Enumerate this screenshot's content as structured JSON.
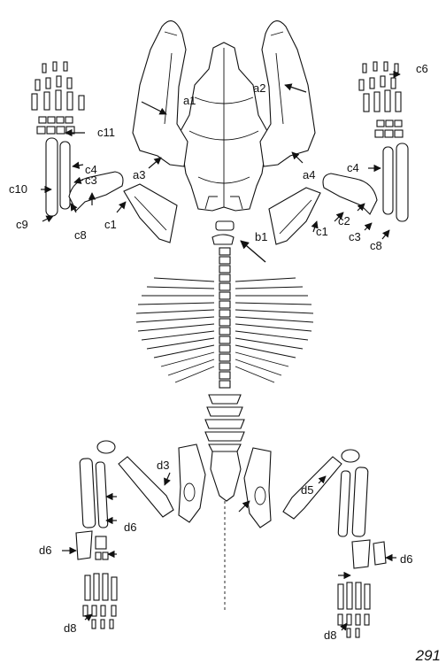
{
  "figure": {
    "labels": {
      "a1": "a1",
      "a2": "a2",
      "a3": "a3",
      "a4": "a4",
      "b1": "b1",
      "c1": "c1",
      "c2": "c2",
      "c3": "c3",
      "c4": "c4",
      "c6": "c6",
      "c8": "c8",
      "c9": "c9",
      "c10": "c10",
      "c11": "c11",
      "d3": "d3",
      "d5": "d5",
      "d6": "d6",
      "d8": "d8"
    }
  },
  "page_number": "291"
}
